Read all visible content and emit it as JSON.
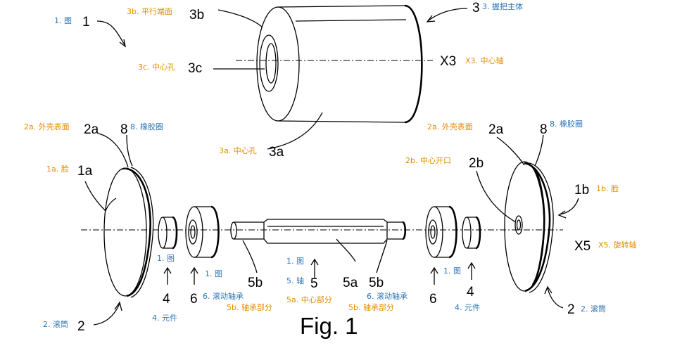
{
  "figure_caption": "Fig. 1",
  "numbers": {
    "n1": "1",
    "n1a": "1a",
    "n1b": "1b",
    "n2_left": "2",
    "n2_right": "2",
    "n2a_left": "2a",
    "n2a_right": "2a",
    "n2b": "2b",
    "n3": "3",
    "n3a": "3a",
    "n3b": "3b",
    "n3c": "3c",
    "n4_left": "4",
    "n4_right": "4",
    "n5": "5",
    "n5a": "5a",
    "n5b_left": "5b",
    "n5b_right": "5b",
    "n6_left": "6",
    "n6_right": "6",
    "n8_left": "8",
    "n8_right": "8",
    "x3": "X3",
    "x5": "X5"
  },
  "annotations": {
    "fig_1": "1. 图",
    "a3b": "3b. 平行端面",
    "a3": "3. 握把主体",
    "a3c": "3c. 中心孔",
    "ax3": "X3. 中心轴",
    "a3a": "3a. 中心孔",
    "a2a_left": "2a. 外壳表面",
    "a8_left": "8. 橡胶圈",
    "a1a": "1a. 脸",
    "a2a_right": "2a. 外壳表面",
    "a8_right": "8. 橡胶圈",
    "a2b": "2b. 中心开口",
    "a1b": "1b. 脸",
    "ax5": "X5. 旋转轴",
    "fig_4_left": "1. 图",
    "fig_6_left": "1. 图",
    "a6_left": "6. 滚动轴承",
    "a5b_left": "5b. 轴承部分",
    "a4_left": "4. 元件",
    "fig_5": "1. 图",
    "a5": "5. 轴",
    "a5a": "5a. 中心部分",
    "a6_right": "6. 滚动轴承",
    "a5b_right": "5b. 轴承部分",
    "fig_6_right": "1. 图",
    "a4_right": "4. 元件",
    "a2_left": "2. 滚筒",
    "a2_right": "2. 滚筒"
  }
}
